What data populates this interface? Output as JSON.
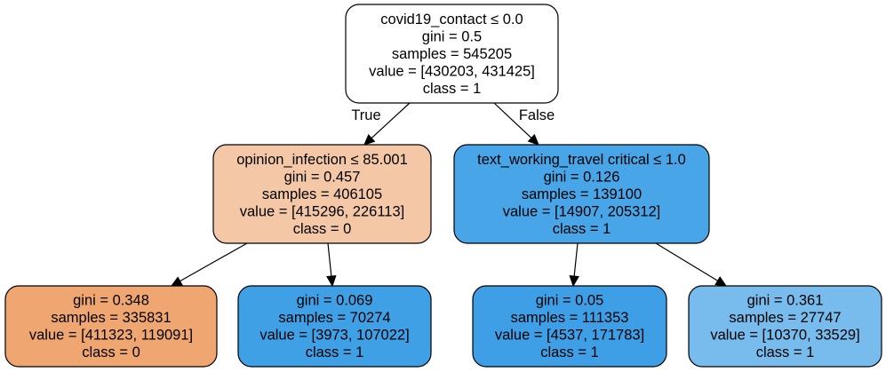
{
  "tree": {
    "nodes": [
      {
        "id": "root",
        "fill": "#ffffff",
        "lines": [
          "covid19_contact ≤ 0.0",
          "gini = 0.5",
          "samples = 545205",
          "value = [430203, 431425]",
          "class = 1"
        ]
      },
      {
        "id": "left",
        "fill": "#f4c8a6",
        "lines": [
          "opinion_infection ≤ 85.001",
          "gini = 0.457",
          "samples = 406105",
          "value = [415296, 226113]",
          "class = 0"
        ]
      },
      {
        "id": "right",
        "fill": "#48a5e7",
        "lines": [
          "text_working_travel critical ≤ 1.0",
          "gini = 0.126",
          "samples = 139100",
          "value = [14907, 205312]",
          "class = 1"
        ]
      },
      {
        "id": "left-left",
        "fill": "#f0a671",
        "lines": [
          "gini = 0.348",
          "samples = 335831",
          "value = [411323, 119091]",
          "class = 0"
        ]
      },
      {
        "id": "left-right",
        "fill": "#40a0e6",
        "lines": [
          "gini = 0.069",
          "samples = 70274",
          "value = [3973, 107022]",
          "class = 1"
        ]
      },
      {
        "id": "right-left",
        "fill": "#3e9fe6",
        "lines": [
          "gini = 0.05",
          "samples = 111353",
          "value = [4537, 171783]",
          "class = 1"
        ]
      },
      {
        "id": "right-right",
        "fill": "#78bced",
        "lines": [
          "gini = 0.361",
          "samples = 27747",
          "value = [10370, 33529]",
          "class = 1"
        ]
      }
    ],
    "edges": [
      {
        "from": "root",
        "to": "left",
        "label": "True"
      },
      {
        "from": "root",
        "to": "right",
        "label": "False"
      },
      {
        "from": "left",
        "to": "left-left",
        "label": ""
      },
      {
        "from": "left",
        "to": "left-right",
        "label": ""
      },
      {
        "from": "right",
        "to": "right-left",
        "label": ""
      },
      {
        "from": "right",
        "to": "right-right",
        "label": ""
      }
    ]
  }
}
